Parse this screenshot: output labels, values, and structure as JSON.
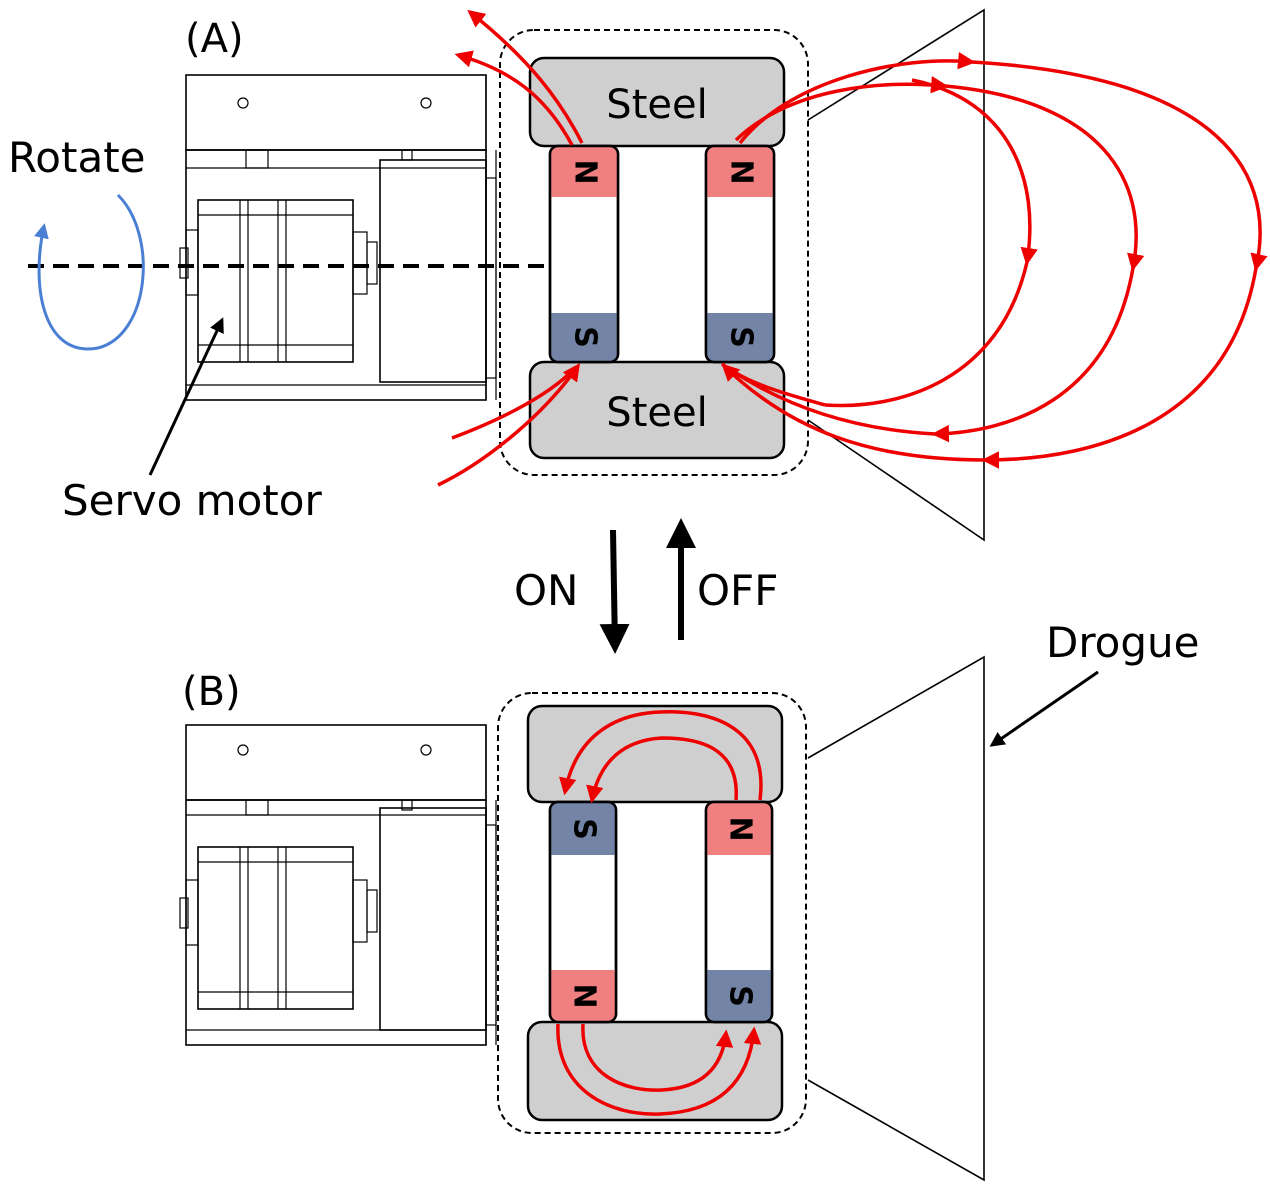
{
  "panels": {
    "a": {
      "label": "(A)"
    },
    "b": {
      "label": "(B)"
    }
  },
  "labels": {
    "rotate": "Rotate",
    "servo_motor": "Servo motor",
    "drogue": "Drogue",
    "on": "ON",
    "off": "OFF",
    "steel": "Steel"
  },
  "magnets": {
    "a": {
      "left": [
        "N",
        "S"
      ],
      "right": [
        "N",
        "S"
      ]
    },
    "b": {
      "left": [
        "S",
        "N"
      ],
      "right": [
        "N",
        "S"
      ]
    }
  },
  "colors": {
    "north_pole": "#f08080",
    "south_pole": "#7384a6",
    "steel": "#d0cfd0",
    "field_lines": "#ee0000",
    "rotate_arrow": "#4a7fd4"
  }
}
